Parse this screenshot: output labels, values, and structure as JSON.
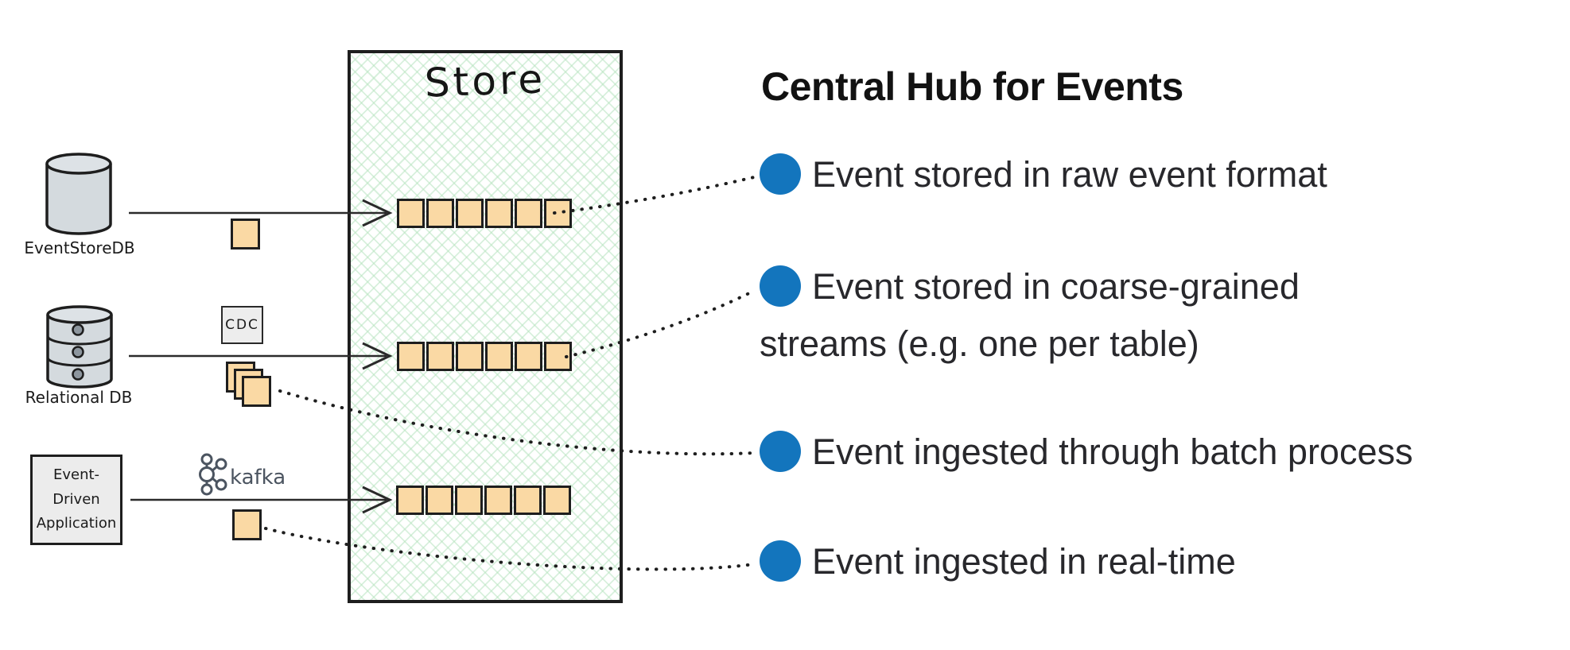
{
  "store": {
    "title": "Store",
    "rows": [
      {
        "name": "raw-event-stream",
        "squares": 6
      },
      {
        "name": "coarse-grained-stream",
        "squares": 6
      },
      {
        "name": "real-time-stream",
        "squares": 6
      }
    ]
  },
  "sources": {
    "eventstoredb": {
      "label": "EventStoreDB"
    },
    "relational_db": {
      "label": "Relational DB"
    },
    "event_driven_app": {
      "lines": [
        "Event-",
        "Driven",
        "Application"
      ]
    }
  },
  "connectors": {
    "cdc_label": "CDC",
    "kafka_label": "kafka",
    "batch_stack_count": 3
  },
  "panel": {
    "heading": "Central Hub for Events",
    "bullets": [
      {
        "text": "Event stored in raw event format"
      },
      {
        "text": "Event stored in coarse-grained streams (e.g. one per table)"
      },
      {
        "text": "Event ingested through batch process"
      },
      {
        "text": "Event ingested in real-time"
      }
    ]
  },
  "colors": {
    "event_square": "#fad9a4",
    "outline": "#1e1e1e",
    "store_hatch_green": "#b2e2bb",
    "bullet_blue": "#1375bd",
    "db_gray": "#d4dade",
    "box_gray": "#ececec",
    "kafka_gray": "#4b5460"
  }
}
